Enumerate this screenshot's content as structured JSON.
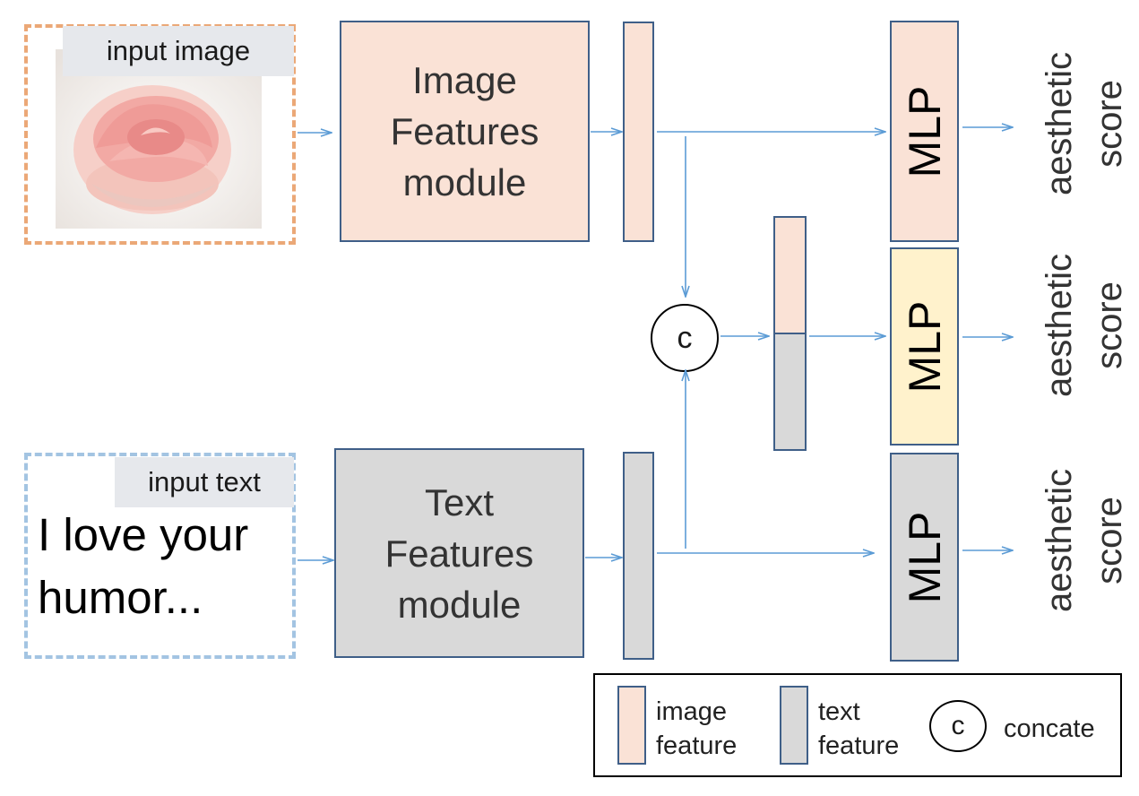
{
  "input_image": {
    "tag": "input image"
  },
  "input_text": {
    "tag": "input text",
    "line1": "I love your",
    "line2": "humor..."
  },
  "image_module": {
    "line1": "Image",
    "line2": "Features",
    "line3": "module"
  },
  "text_module": {
    "line1": "Text",
    "line2": "Features",
    "line3": "module"
  },
  "concat_symbol": "c",
  "mlp_label": "MLP",
  "scores": [
    {
      "line1": "aesthetic",
      "line2": "score"
    },
    {
      "line1": "aesthetic",
      "line2": "score"
    },
    {
      "line1": "aesthetic",
      "line2": "score"
    }
  ],
  "legend": {
    "image_feature_1": "image",
    "image_feature_2": "feature",
    "text_feature_1": "text",
    "text_feature_2": "feature",
    "concat_symbol": "c",
    "concat_label": "concate"
  },
  "colors": {
    "image_feature": "#fae2d6",
    "text_feature": "#d9d9d9",
    "fusion_mlp": "#fff2cc",
    "image_border": "#eba877",
    "text_border": "#a3c4e2",
    "arrow": "#5b9bd5"
  }
}
